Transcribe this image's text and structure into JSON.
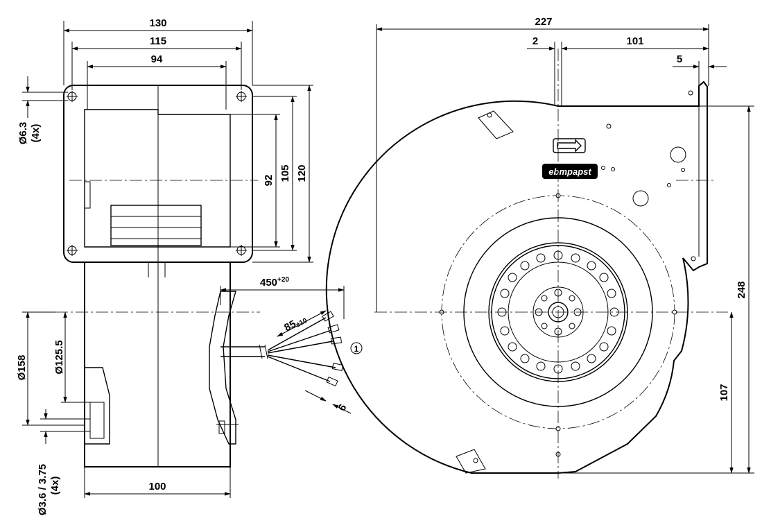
{
  "side_view": {
    "dim_width_total": "130",
    "dim_width_flange": "115",
    "dim_width_outlet": "94",
    "dim_height_92": "92",
    "dim_height_105": "105",
    "dim_height_120": "120",
    "dim_hole_flange": "Ø6.3",
    "dim_hole_flange_qty": "(4x)",
    "dim_dia_158": "Ø158",
    "dim_dia_125": "Ø125.5",
    "dim_hole_mount": "Ø3.6 / 3.75",
    "dim_hole_mount_qty": "(4x)",
    "dim_depth": "100",
    "dim_cable_len": "450",
    "dim_cable_len_tol": "+20",
    "dim_strip_len": "85",
    "dim_strip_len_tol": "±10",
    "dim_wire_end": "6",
    "callout": "1"
  },
  "front_view": {
    "dim_width_total": "227",
    "dim_offset_2": "2",
    "dim_offset_101": "101",
    "dim_offset_5": "5",
    "dim_height_total": "248",
    "dim_height_107": "107",
    "brand_logo": "ebmpapst"
  },
  "icons": {
    "rotation_arrow": "rotation-direction-arrow-icon"
  }
}
